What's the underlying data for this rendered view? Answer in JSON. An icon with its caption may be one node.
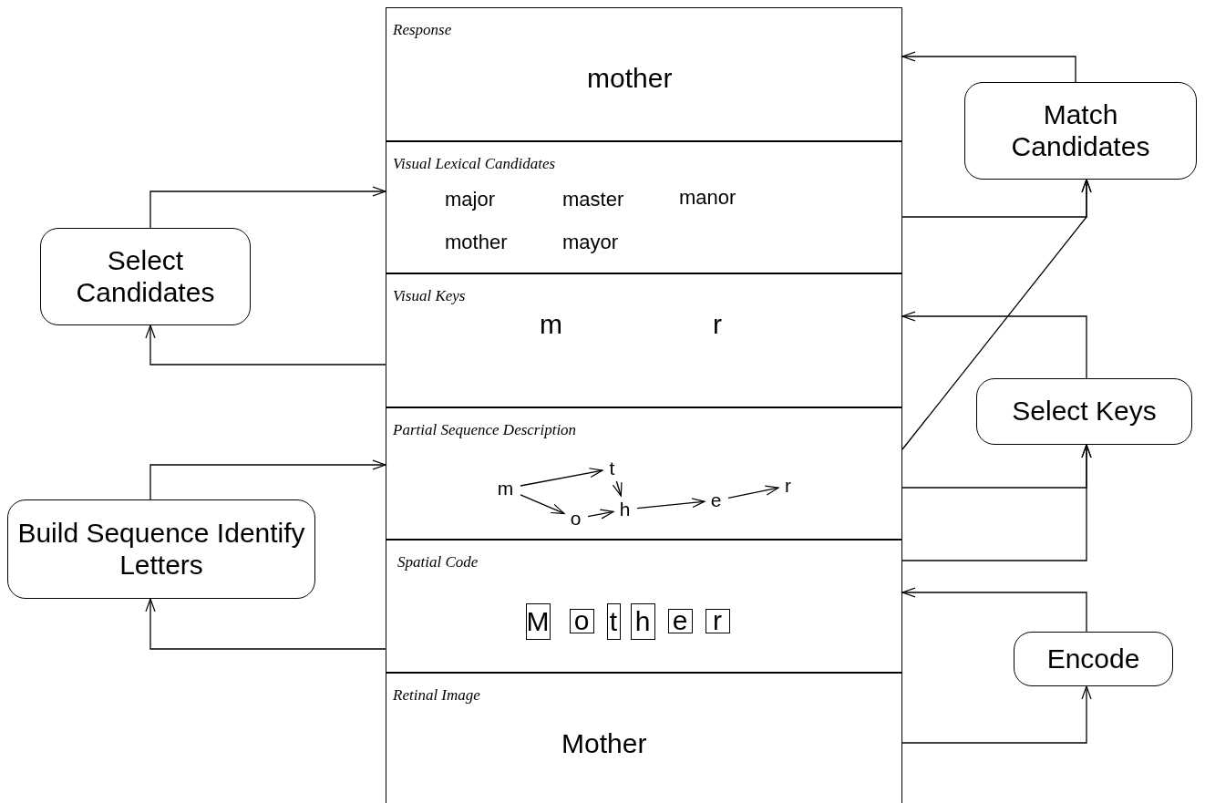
{
  "diagram": {
    "nodes": [
      {
        "text": [
          "Response",
          "mother"
        ]
      },
      {
        "text": [
          "Match Candidates"
        ]
      },
      {
        "text": [
          "Visual Lexical Candidates",
          "major",
          "master",
          "manor",
          "mother",
          "mayor"
        ]
      },
      {
        "text": [
          "Select Candidates"
        ]
      },
      {
        "text": [
          "Visual Keys",
          "m",
          "r"
        ]
      },
      {
        "text": [
          "Partial Sequence Description"
        ]
      },
      {
        "text": [
          "Select Keys"
        ]
      },
      {
        "text": [
          "m"
        ],
        "in": 5
      },
      {
        "text": [
          "t"
        ],
        "in": 5
      },
      {
        "text": [
          "o"
        ],
        "in": 5
      },
      {
        "text": [
          "h"
        ],
        "in": 5
      },
      {
        "text": [
          "e"
        ],
        "in": 5
      },
      {
        "text": [
          "r"
        ],
        "in": 5
      },
      {
        "text": [
          "Build Sequence Identify Letters"
        ]
      },
      {
        "text": [
          "Spatial Code"
        ]
      },
      {
        "text": [
          "M"
        ],
        "in": 14
      },
      {
        "text": [
          "o"
        ],
        "in": 14
      },
      {
        "text": [
          "t"
        ],
        "in": 14
      },
      {
        "text": [
          "h"
        ],
        "in": 14
      },
      {
        "text": [
          "e"
        ],
        "in": 14
      },
      {
        "text": [
          "r"
        ],
        "in": 14
      },
      {
        "text": [
          "Encode"
        ]
      },
      {
        "text": [
          "Retinal Image",
          "Mother"
        ]
      }
    ],
    "edges": [
      {
        "from": 4,
        "to": 3,
        "arrow": "to"
      },
      {
        "from": 3,
        "to": 2,
        "arrow": "to"
      },
      {
        "from": 14,
        "to": 13,
        "arrow": "to"
      },
      {
        "from": 13,
        "to": 5,
        "arrow": "to"
      },
      {
        "from": 22,
        "to": 21,
        "arrow": "to"
      },
      {
        "from": 21,
        "to": 14,
        "arrow": "to"
      },
      {
        "from": 5,
        "to": 6,
        "arrow": "to"
      },
      {
        "from": 14,
        "to": 6,
        "arrow": "to"
      },
      {
        "from": 6,
        "to": 4,
        "arrow": "to"
      },
      {
        "from": 2,
        "to": 1,
        "arrow": "to"
      },
      {
        "from": 5,
        "to": 1,
        "arrow": "to"
      },
      {
        "from": 1,
        "to": 0,
        "arrow": "to"
      },
      {
        "from": 7,
        "to": 8,
        "arrow": "to"
      },
      {
        "from": 7,
        "to": 9,
        "arrow": "to"
      },
      {
        "from": 8,
        "to": 10,
        "arrow": "to"
      },
      {
        "from": 9,
        "to": 10,
        "arrow": "to"
      },
      {
        "from": 10,
        "to": 11,
        "arrow": "to"
      },
      {
        "from": 11,
        "to": 12,
        "arrow": "to"
      }
    ]
  }
}
